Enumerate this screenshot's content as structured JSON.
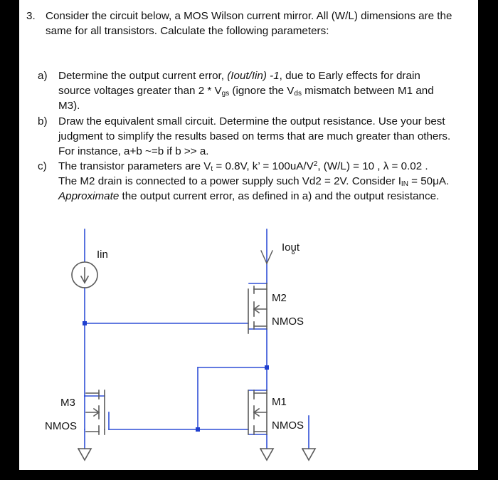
{
  "question": {
    "number": "3.",
    "intro": "Consider the circuit below, a MOS Wilson current mirror. All (W/L) dimensions are the same for all transistors. Calculate the following parameters:"
  },
  "items": [
    {
      "label": "a)",
      "line1": "Determine the output current error, ",
      "line1_italic": "(Iout/Iin) -1",
      "line1_rest": ", due to Early effects for drain",
      "line2_pre": "source voltages greater than 2 * V",
      "line2_sub1": "gs",
      "line2_mid": " (ignore the V",
      "line2_sub2": "ds",
      "line2_post": " mismatch between M1 and",
      "line3": "M3)."
    },
    {
      "label": "b)",
      "text": "Draw the equivalent small circuit. Determine the output resistance. Use your best judgment to simplify the results based on terms that are much greater than others. For instance, a+b ~=b if b >> a."
    },
    {
      "label": "c)",
      "l1_a": "The transistor parameters are V",
      "l1_sub": "t",
      "l1_b": " = 0.8V, k’ = 100uA/V",
      "l1_sup": "2",
      "l1_c": ", (W/L) = 10 , λ = 0.02 .",
      "l2_a": "The M2 drain is connected to a power supply such Vd2 = 2V. Consider I",
      "l2_sub": "IN",
      "l2_b": " = 50μA.",
      "l3_italic": "Approximate",
      "l3_rest": " the output current error, as defined in a) and the output resistance."
    }
  ],
  "circuit": {
    "labels": {
      "iin": "Iin",
      "iout": "Iout",
      "m2": "M2",
      "m2_type": "NMOS",
      "m1": "M1",
      "m1_type": "NMOS",
      "m3": "M3",
      "m3_type": "NMOS"
    },
    "colors": {
      "wire": "#2f4fd6",
      "device": "#5a5a5a"
    }
  }
}
